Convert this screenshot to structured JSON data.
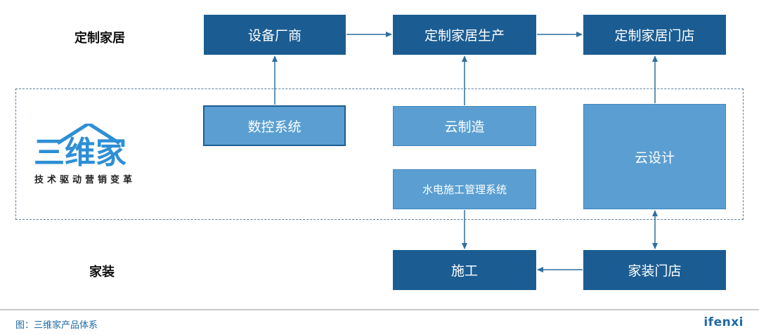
{
  "rows": {
    "top_label": "定制家居",
    "bottom_label": "家装"
  },
  "boxes": {
    "equipment": "设备厂商",
    "production": "定制家居生产",
    "store": "定制家居门店",
    "cnc": "数控系统",
    "cloud_manufacturing": "云制造",
    "utility_mgmt": "水电施工管理系统",
    "cloud_design": "云设计",
    "construction": "施工",
    "decor_store": "家装门店"
  },
  "logo": {
    "name": "三维家",
    "slogan": "技术驱动营销变革"
  },
  "footer": {
    "caption": "图：三维家产品体系",
    "brand": "ifenxi"
  },
  "colors": {
    "dark_box": "#1b5d93",
    "light_box": "#5b9fd2",
    "arrow": "#2f6f9f",
    "logo": "#2d8fd5"
  }
}
